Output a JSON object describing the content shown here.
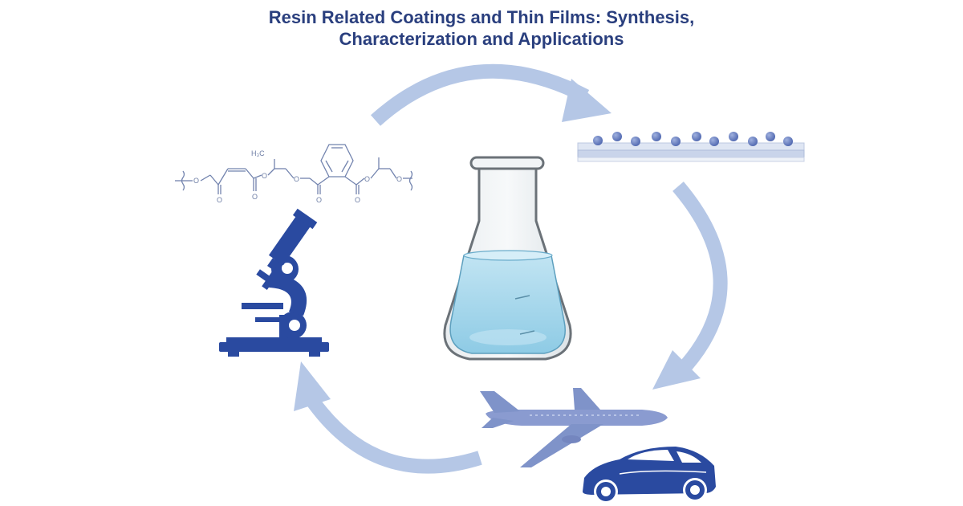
{
  "title": {
    "line1": "Resin Related Coatings and Thin Films: Synthesis,",
    "line2": "Characterization and Applications"
  },
  "structure_labels": {
    "methyl_left": "H₃C",
    "oxygen": "O"
  },
  "icons": {
    "center": "erlenmeyer-flask-icon",
    "top_right": "coated-substrate-icon",
    "bottom_right": [
      "airplane-icon",
      "sports-car-icon"
    ],
    "left": "microscope-icon",
    "top_left": "polyester-resin-structure"
  },
  "colors": {
    "title": "#2a3f7e",
    "arrow": "#b5c7e6",
    "icon_dark": "#2a4aa0",
    "icon_light": "#7f93c9",
    "liquid": "#a9d7ec"
  }
}
